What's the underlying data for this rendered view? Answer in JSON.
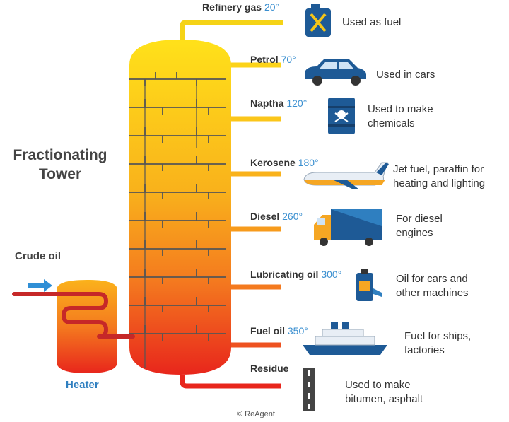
{
  "title_lines": [
    "Fractionating",
    "Tower"
  ],
  "crude_label": "Crude oil",
  "heater_label": "Heater",
  "copyright": "© ReAgent",
  "colors": {
    "pipe": "#c62828",
    "temp": "#3a8fd0",
    "tower_top": "#ffe11a",
    "tower_mid": "#f7941d",
    "tower_bottom": "#e8261c",
    "arrow": "#2f8fd6",
    "icon_blue": "#1e5a96"
  },
  "fractions": [
    {
      "name": "Refinery gas",
      "temp": "20°",
      "use": [
        "Used as fuel"
      ],
      "icon": "jerrycan-icon"
    },
    {
      "name": "Petrol",
      "temp": "70°",
      "use": [
        "Used in cars"
      ],
      "icon": "car-icon"
    },
    {
      "name": "Naptha",
      "temp": "120°",
      "use": [
        "Used to make",
        "chemicals"
      ],
      "icon": "chemical-barrel-icon"
    },
    {
      "name": "Kerosene",
      "temp": "180°",
      "use": [
        "Jet fuel, paraffin for",
        "heating and lighting"
      ],
      "icon": "airplane-icon"
    },
    {
      "name": "Diesel",
      "temp": "260°",
      "use": [
        "For diesel",
        "engines"
      ],
      "icon": "truck-icon"
    },
    {
      "name": "Lubricating oil",
      "temp": "300°",
      "use": [
        "Oil for cars and",
        "other machines"
      ],
      "icon": "oil-can-icon"
    },
    {
      "name": "Fuel oil",
      "temp": "350°",
      "use": [
        "Fuel for ships,",
        "factories"
      ],
      "icon": "ship-icon"
    },
    {
      "name": "Residue",
      "temp": "",
      "use": [
        "Used to make",
        "bitumen, asphalt"
      ],
      "icon": "road-icon"
    }
  ]
}
